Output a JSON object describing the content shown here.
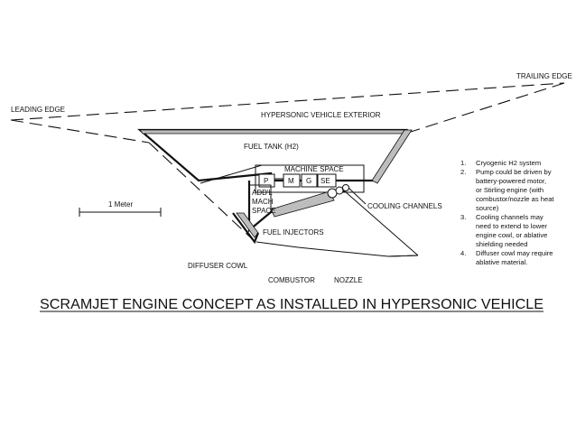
{
  "labels": {
    "leading_edge": "LEADING EDGE",
    "trailing_edge": "TRAILING EDGE",
    "exterior": "HYPERSONIC VEHICLE EXTERIOR",
    "fuel_tank": "FUEL TANK (H2)",
    "machine_space": "MACHINE SPACE",
    "box_p": "P",
    "box_m": "M",
    "box_g": "G",
    "box_se": "SE",
    "addl_1": "ADD'L",
    "addl_2": "MACH",
    "addl_3": "SPACE",
    "scale": "1 Meter",
    "cooling_channels": "COOLING CHANNELS",
    "fuel_injectors": "FUEL INJECTORS",
    "diffuser_cowl": "DIFFUSER COWL",
    "combustor": "COMBUSTOR",
    "nozzle": "NOZZLE"
  },
  "notes": [
    {
      "num": "1.",
      "lines": [
        "Cryogenic H2 system"
      ]
    },
    {
      "num": "2.",
      "lines": [
        "Pump could be driven by",
        "battery-powered motor,",
        "or Stirling engine (with",
        "combustor/nozzle as heat",
        "source)"
      ]
    },
    {
      "num": "3.",
      "lines": [
        "Cooling channels may",
        "need to extend to lower",
        "engine cowl, or ablative",
        "shielding needed"
      ]
    },
    {
      "num": "4.",
      "lines": [
        "Diffuser cowl may require",
        "ablative material."
      ]
    }
  ],
  "title": "SCRAMJET ENGINE CONCEPT AS INSTALLED IN HYPERSONIC VEHICLE"
}
